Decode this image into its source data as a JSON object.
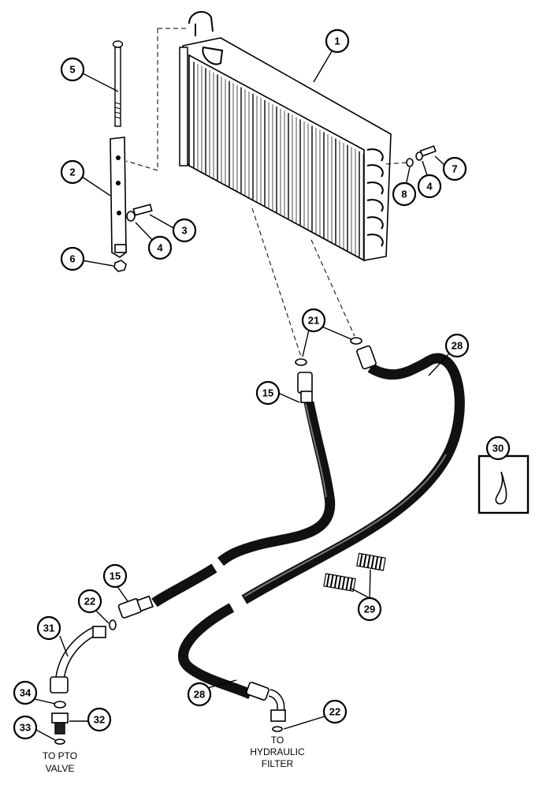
{
  "callouts": [
    {
      "id": "1",
      "label": "1"
    },
    {
      "id": "2",
      "label": "2"
    },
    {
      "id": "3",
      "label": "3"
    },
    {
      "id": "4a",
      "label": "4"
    },
    {
      "id": "4b",
      "label": "4"
    },
    {
      "id": "5",
      "label": "5"
    },
    {
      "id": "6",
      "label": "6"
    },
    {
      "id": "7",
      "label": "7"
    },
    {
      "id": "8",
      "label": "8"
    },
    {
      "id": "15a",
      "label": "15"
    },
    {
      "id": "15b",
      "label": "15"
    },
    {
      "id": "21",
      "label": "21"
    },
    {
      "id": "22a",
      "label": "22"
    },
    {
      "id": "22b",
      "label": "22"
    },
    {
      "id": "28a",
      "label": "28"
    },
    {
      "id": "28b",
      "label": "28"
    },
    {
      "id": "29",
      "label": "29"
    },
    {
      "id": "30",
      "label": "30"
    },
    {
      "id": "31",
      "label": "31"
    },
    {
      "id": "32",
      "label": "32"
    },
    {
      "id": "33",
      "label": "33"
    },
    {
      "id": "34",
      "label": "34"
    }
  ],
  "destinations": {
    "pto_line1": "TO PTO",
    "pto_line2": "VALVE",
    "filter_line1": "TO",
    "filter_line2": "HYDRAULIC",
    "filter_line3": "FILTER"
  }
}
